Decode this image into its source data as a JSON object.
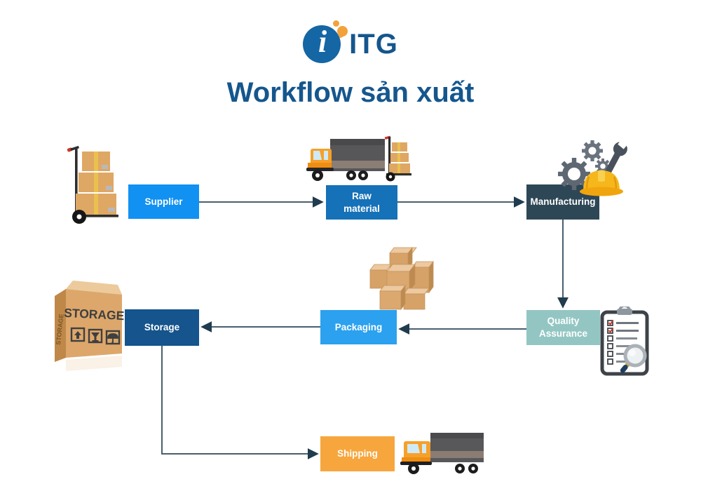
{
  "logo": {
    "mark_letter": "i",
    "brand": "ITG"
  },
  "title": "Workflow sản xuất",
  "colors": {
    "title_text": "#15568d",
    "arrow_line": "#4a5f6e",
    "arrow_head": "#203c4e",
    "logo_circle": "#1566a4",
    "logo_orange": "#f2a239"
  },
  "nodes": [
    {
      "id": "supplier",
      "label": "Supplier",
      "color": "#1191f1"
    },
    {
      "id": "raw-material",
      "label": "Raw\nmaterial",
      "color": "#1571b8"
    },
    {
      "id": "manufacturing",
      "label": "Manufacturing",
      "color": "#2e4756"
    },
    {
      "id": "quality-assurance",
      "label": "Quality\nAssurance",
      "color": "#93c6c3"
    },
    {
      "id": "packaging",
      "label": "Packaging",
      "color": "#2ba1ef"
    },
    {
      "id": "storage",
      "label": "Storage",
      "color": "#15548c"
    },
    {
      "id": "shipping",
      "label": "Shipping",
      "color": "#f7a63d"
    }
  ],
  "edges": [
    {
      "from": "supplier",
      "to": "raw-material"
    },
    {
      "from": "raw-material",
      "to": "manufacturing"
    },
    {
      "from": "manufacturing",
      "to": "quality-assurance"
    },
    {
      "from": "quality-assurance",
      "to": "packaging"
    },
    {
      "from": "packaging",
      "to": "storage"
    },
    {
      "from": "storage",
      "to": "shipping"
    }
  ],
  "icons": {
    "supplier": "hand-truck-with-boxes",
    "raw_material": "delivery-truck-with-hand-truck",
    "manufacturing": "gears-wrench-hard-hat",
    "quality_assurance": "checklist-clipboard-magnifier",
    "packaging": "cardboard-box-pile",
    "storage": "storage-crate",
    "shipping": "cargo-truck",
    "storage_label": "STORAGE"
  }
}
